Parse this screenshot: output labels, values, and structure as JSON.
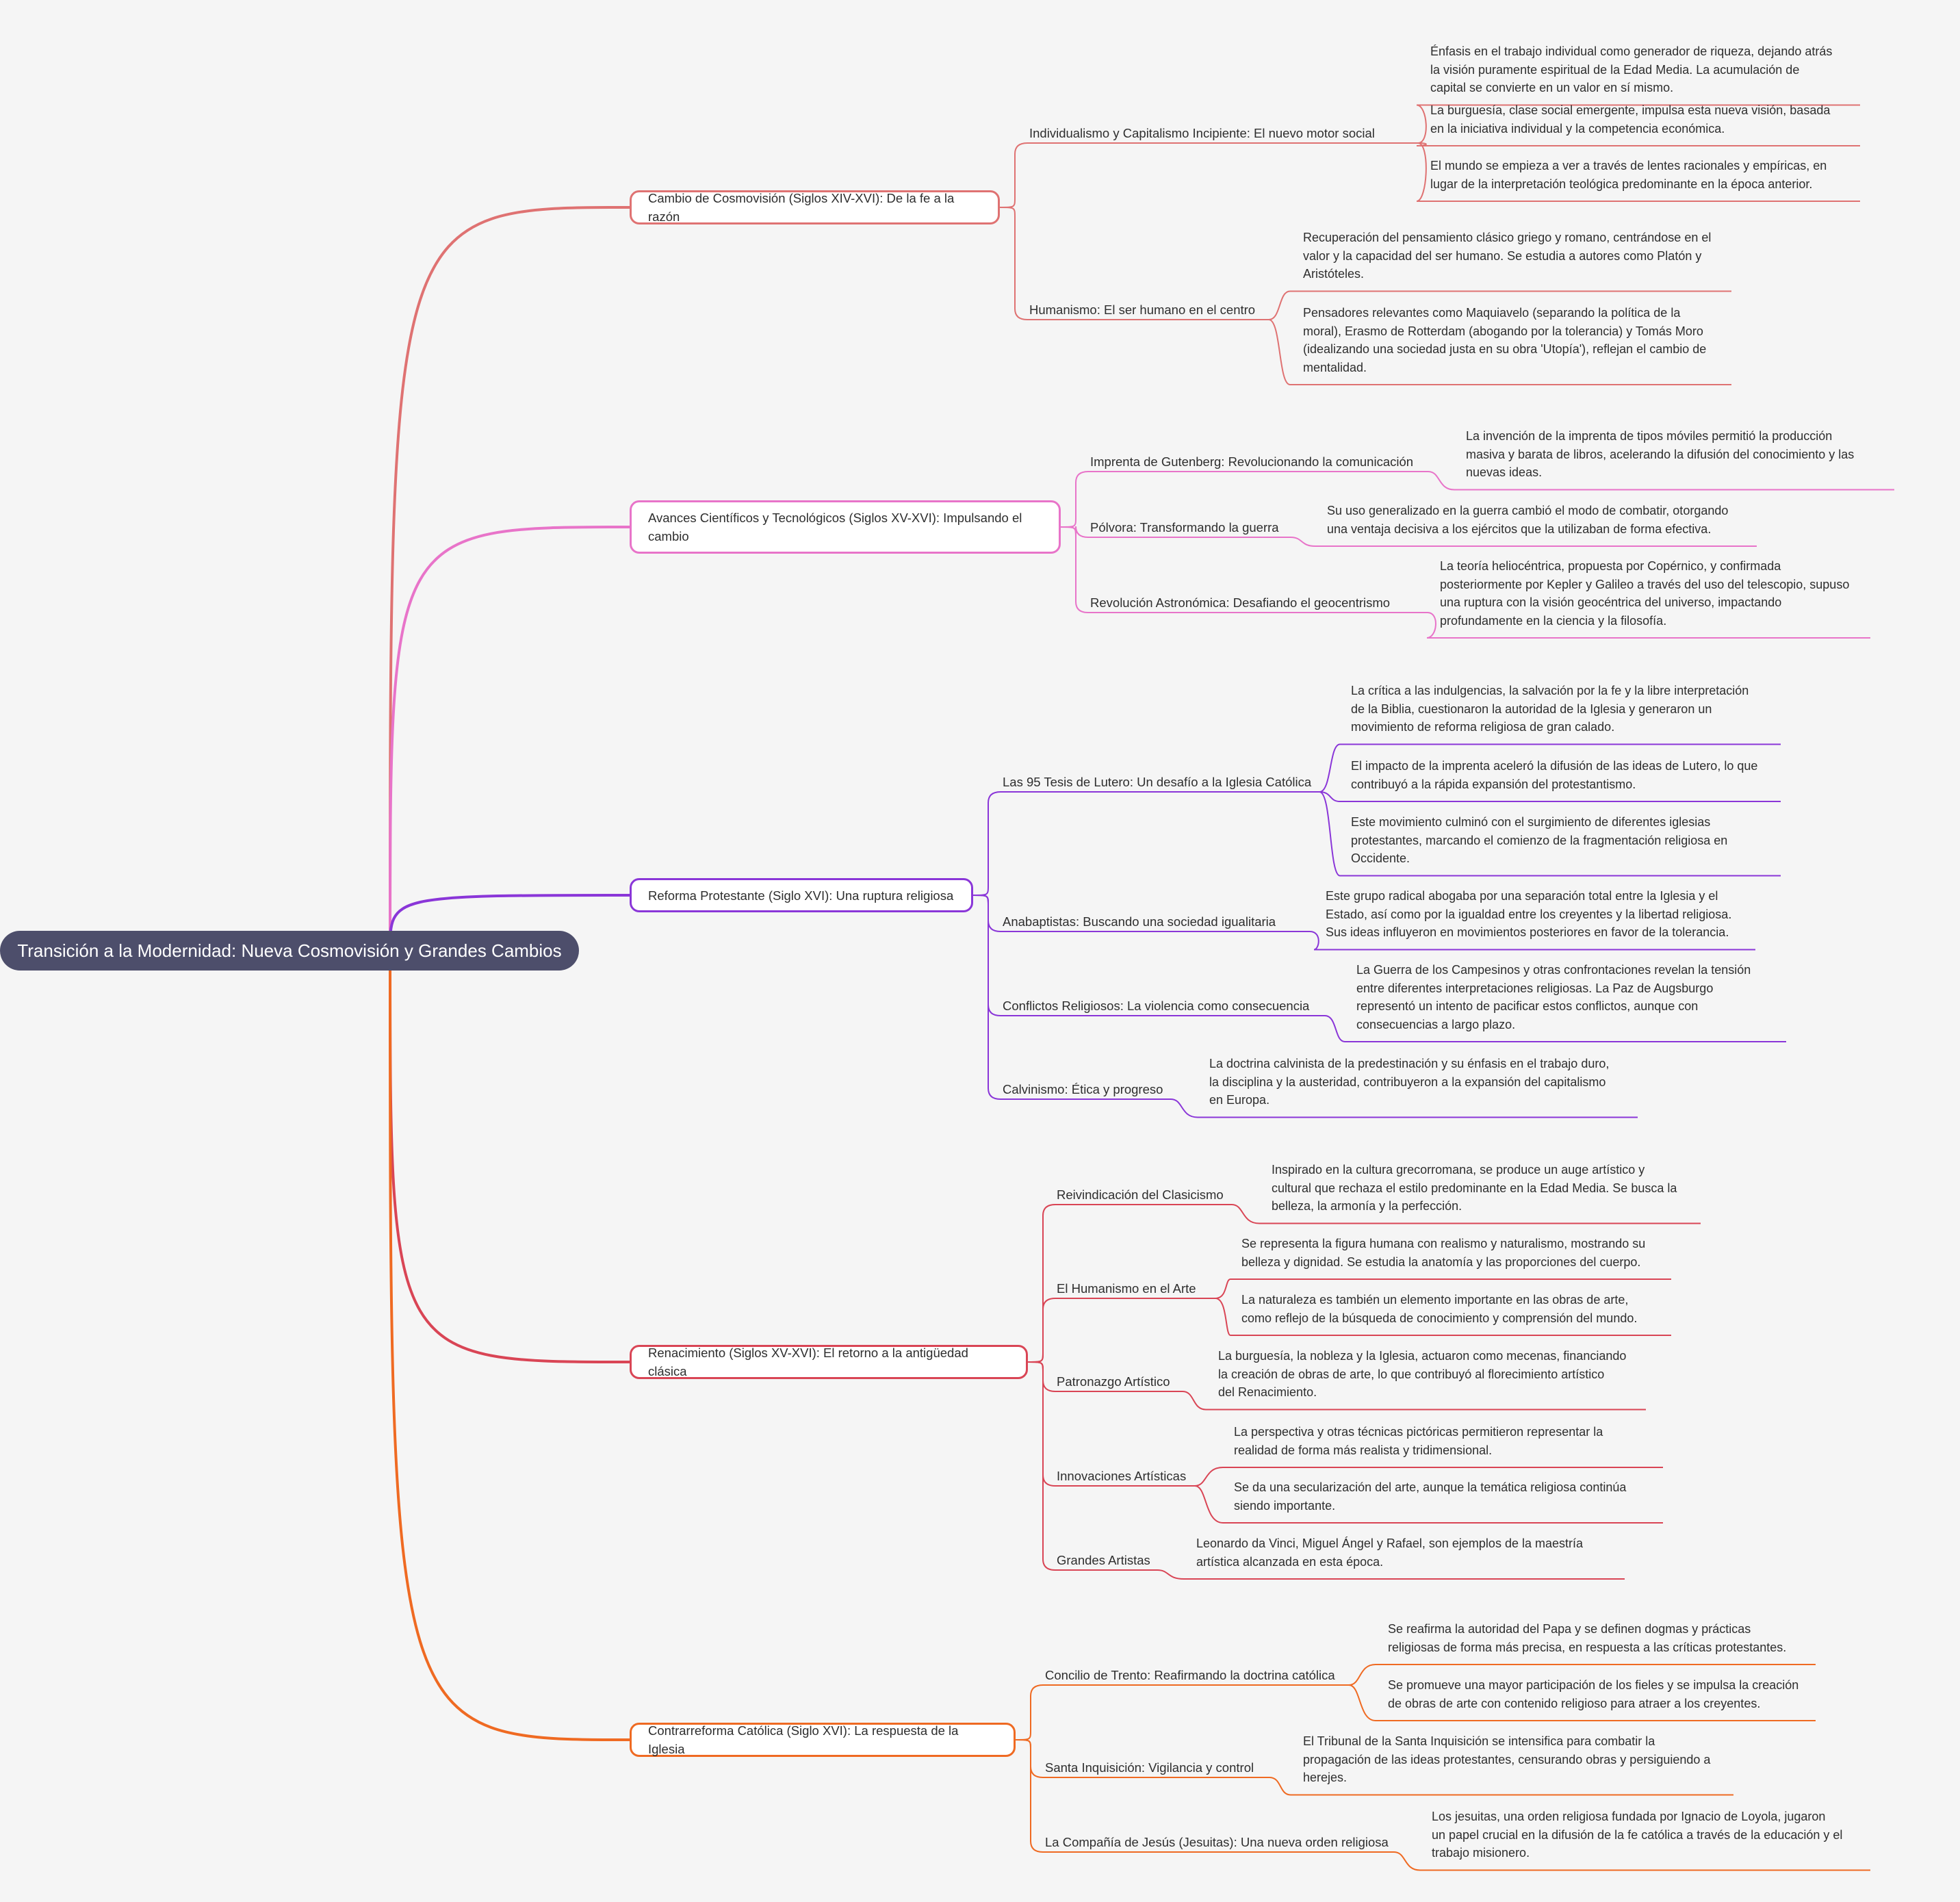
{
  "root": {
    "label": "Transición a la Modernidad: Nueva Cosmovisión y Grandes Cambios",
    "color": "#4d4e6b"
  },
  "colors": {
    "background": "#f5f5f5",
    "branch1": "#df7272",
    "branch2": "#e874c9",
    "branch3": "#8a36d8",
    "branch4": "#d94555",
    "branch5": "#ef6a22"
  },
  "branches": [
    {
      "label": "Cambio de Cosmovisión (Siglos XIV-XVI): De la fe a la razón",
      "color": "#df7272",
      "topics": [
        {
          "label": "Individualismo y Capitalismo Incipiente: El nuevo motor social",
          "details": [
            [
              "Énfasis en el trabajo individual como generador de riqueza, dejando atrás",
              "la visión puramente espiritual de la Edad Media.  La acumulación de",
              "capital se convierte en un valor en sí mismo."
            ],
            [
              "La burguesía, clase social emergente, impulsa esta nueva visión, basada",
              "en la iniciativa individual y la competencia económica."
            ],
            [
              "El mundo se empieza a ver a través de lentes racionales y empíricas, en",
              "lugar de la interpretación teológica predominante en la época anterior."
            ]
          ]
        },
        {
          "label": "Humanismo: El ser humano en el centro",
          "details": [
            [
              "Recuperación del pensamiento clásico griego y romano, centrándose en el",
              "valor y la capacidad del ser humano. Se estudia a autores como Platón y",
              "Aristóteles."
            ],
            [
              "Pensadores relevantes como Maquiavelo (separando la política de la",
              "moral), Erasmo de Rotterdam (abogando por la tolerancia) y Tomás Moro",
              "(idealizando una sociedad justa en su obra 'Utopía'), reflejan el cambio de",
              "mentalidad."
            ]
          ]
        }
      ]
    },
    {
      "label": "Avances Científicos y Tecnológicos (Siglos XV-XVI): Impulsando el cambio",
      "color": "#e874c9",
      "topics": [
        {
          "label": "Imprenta de Gutenberg: Revolucionando la comunicación",
          "details": [
            [
              "La invención de la imprenta de tipos móviles permitió la producción",
              "masiva y barata de libros, acelerando la difusión del conocimiento y las",
              "nuevas ideas."
            ]
          ]
        },
        {
          "label": "Pólvora: Transformando la guerra",
          "details": [
            [
              "Su uso generalizado en la guerra cambió el modo de combatir, otorgando",
              "una ventaja decisiva a los ejércitos que la utilizaban de forma efectiva."
            ]
          ]
        },
        {
          "label": "Revolución Astronómica: Desafiando el geocentrismo",
          "details": [
            [
              "La teoría heliocéntrica, propuesta por Copérnico, y confirmada",
              "posteriormente por Kepler y Galileo a través del uso del telescopio, supuso",
              "una ruptura con la visión geocéntrica del universo, impactando",
              "profundamente en la ciencia y la filosofía."
            ]
          ]
        }
      ]
    },
    {
      "label": "Reforma Protestante (Siglo XVI): Una ruptura religiosa",
      "color": "#8a36d8",
      "topics": [
        {
          "label": "Las 95 Tesis de Lutero: Un desafío a la Iglesia Católica",
          "details": [
            [
              "La crítica a las indulgencias, la salvación por la fe y la libre interpretación",
              "de la Biblia, cuestionaron la autoridad de la Iglesia y generaron un",
              "movimiento de reforma religiosa de gran calado."
            ],
            [
              "El impacto de la imprenta aceleró la difusión de las ideas de Lutero, lo que",
              "contribuyó a la rápida expansión del protestantismo."
            ],
            [
              "Este movimiento culminó con el surgimiento de diferentes iglesias",
              "protestantes, marcando el comienzo de la fragmentación religiosa en",
              "Occidente."
            ]
          ]
        },
        {
          "label": "Anabaptistas: Buscando una sociedad igualitaria",
          "details": [
            [
              "Este grupo radical abogaba por una separación total entre la Iglesia y el",
              "Estado,  así como por la igualdad entre los creyentes y la libertad religiosa.",
              "Sus ideas influyeron en movimientos posteriores en favor de la tolerancia."
            ]
          ]
        },
        {
          "label": "Conflictos Religiosos: La violencia como consecuencia",
          "details": [
            [
              "La Guerra de los Campesinos y otras confrontaciones revelan la tensión",
              "entre diferentes interpretaciones religiosas. La Paz de Augsburgo",
              "representó un intento de pacificar estos conflictos, aunque con",
              "consecuencias a largo plazo."
            ]
          ]
        },
        {
          "label": "Calvinismo: Ética y progreso",
          "details": [
            [
              "La doctrina calvinista de la predestinación y su énfasis en el trabajo duro,",
              "la disciplina y la austeridad, contribuyeron a la expansión del capitalismo",
              "en Europa."
            ]
          ]
        }
      ]
    },
    {
      "label": "Renacimiento (Siglos XV-XVI): El retorno a la antigüedad clásica",
      "color": "#d94555",
      "topics": [
        {
          "label": "Reivindicación del Clasicismo",
          "details": [
            [
              "Inspirado en la cultura grecorromana, se produce un auge artístico y",
              "cultural que rechaza el estilo predominante en la Edad Media. Se busca la",
              "belleza, la armonía y la perfección."
            ]
          ]
        },
        {
          "label": "El Humanismo en el Arte",
          "details": [
            [
              "Se representa la figura humana con realismo y naturalismo, mostrando su",
              "belleza y dignidad. Se estudia la anatomía y las proporciones del cuerpo."
            ],
            [
              "La naturaleza es también un elemento importante en las obras de arte,",
              "como reflejo de la búsqueda de conocimiento y comprensión del mundo."
            ]
          ]
        },
        {
          "label": "Patronazgo Artístico",
          "details": [
            [
              "La burguesía, la nobleza y la Iglesia, actuaron como mecenas, financiando",
              "la creación de obras de arte,  lo que contribuyó al florecimiento artístico",
              "del Renacimiento."
            ]
          ]
        },
        {
          "label": "Innovaciones Artísticas",
          "details": [
            [
              "La perspectiva y otras técnicas pictóricas permitieron representar la",
              "realidad de forma más realista y tridimensional."
            ],
            [
              "Se da una secularización del arte, aunque la temática religiosa continúa",
              "siendo importante."
            ]
          ]
        },
        {
          "label": "Grandes Artistas",
          "details": [
            [
              "Leonardo da Vinci, Miguel Ángel y Rafael, son ejemplos de la maestría",
              "artística alcanzada en esta época."
            ]
          ]
        }
      ]
    },
    {
      "label": "Contrarreforma Católica (Siglo XVI): La respuesta de la Iglesia",
      "color": "#ef6a22",
      "topics": [
        {
          "label": "Concilio de Trento: Reafirmando la doctrina católica",
          "details": [
            [
              "Se reafirma la autoridad del Papa y se definen dogmas y prácticas",
              "religiosas de forma más precisa, en respuesta a las críticas protestantes."
            ],
            [
              "Se promueve una mayor participación de los fieles y se impulsa la creación",
              "de obras de arte con contenido religioso para atraer a los creyentes."
            ]
          ]
        },
        {
          "label": "Santa Inquisición: Vigilancia y control",
          "details": [
            [
              "El Tribunal de la Santa Inquisición se intensifica para combatir la",
              "propagación de las ideas protestantes, censurando obras y persiguiendo a",
              "herejes."
            ]
          ]
        },
        {
          "label": "La Compañía de Jesús (Jesuitas): Una nueva orden religiosa",
          "details": [
            [
              "Los jesuitas, una orden religiosa fundada por Ignacio de Loyola, jugaron",
              "un papel crucial en la difusión de la fe católica a través de la educación y el",
              "trabajo misionero."
            ]
          ]
        }
      ]
    }
  ]
}
